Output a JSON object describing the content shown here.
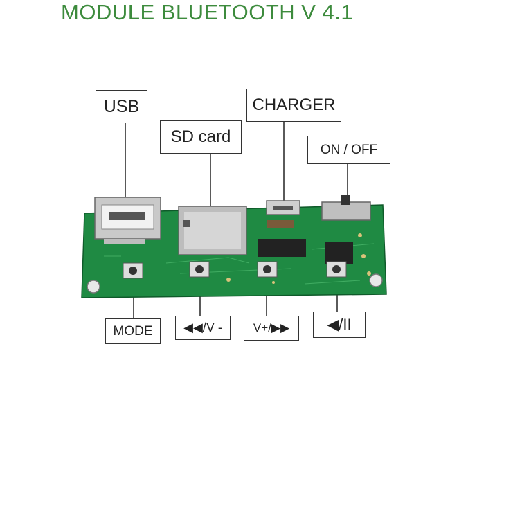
{
  "title": "MODULE BLUETOOTH  V 4.1",
  "labels": {
    "usb": "USB",
    "sd_card": "SD card",
    "charger": "CHARGER",
    "on_off": "ON / OFF",
    "mode": "MODE",
    "prev_vol_down": "◀◀/V -",
    "vol_up_next": "V+/▶▶",
    "play_pause": "◀/II"
  },
  "colors": {
    "title": "#3d8b3d",
    "pcb": "#1f8a43",
    "pcb_dark": "#156b33"
  }
}
